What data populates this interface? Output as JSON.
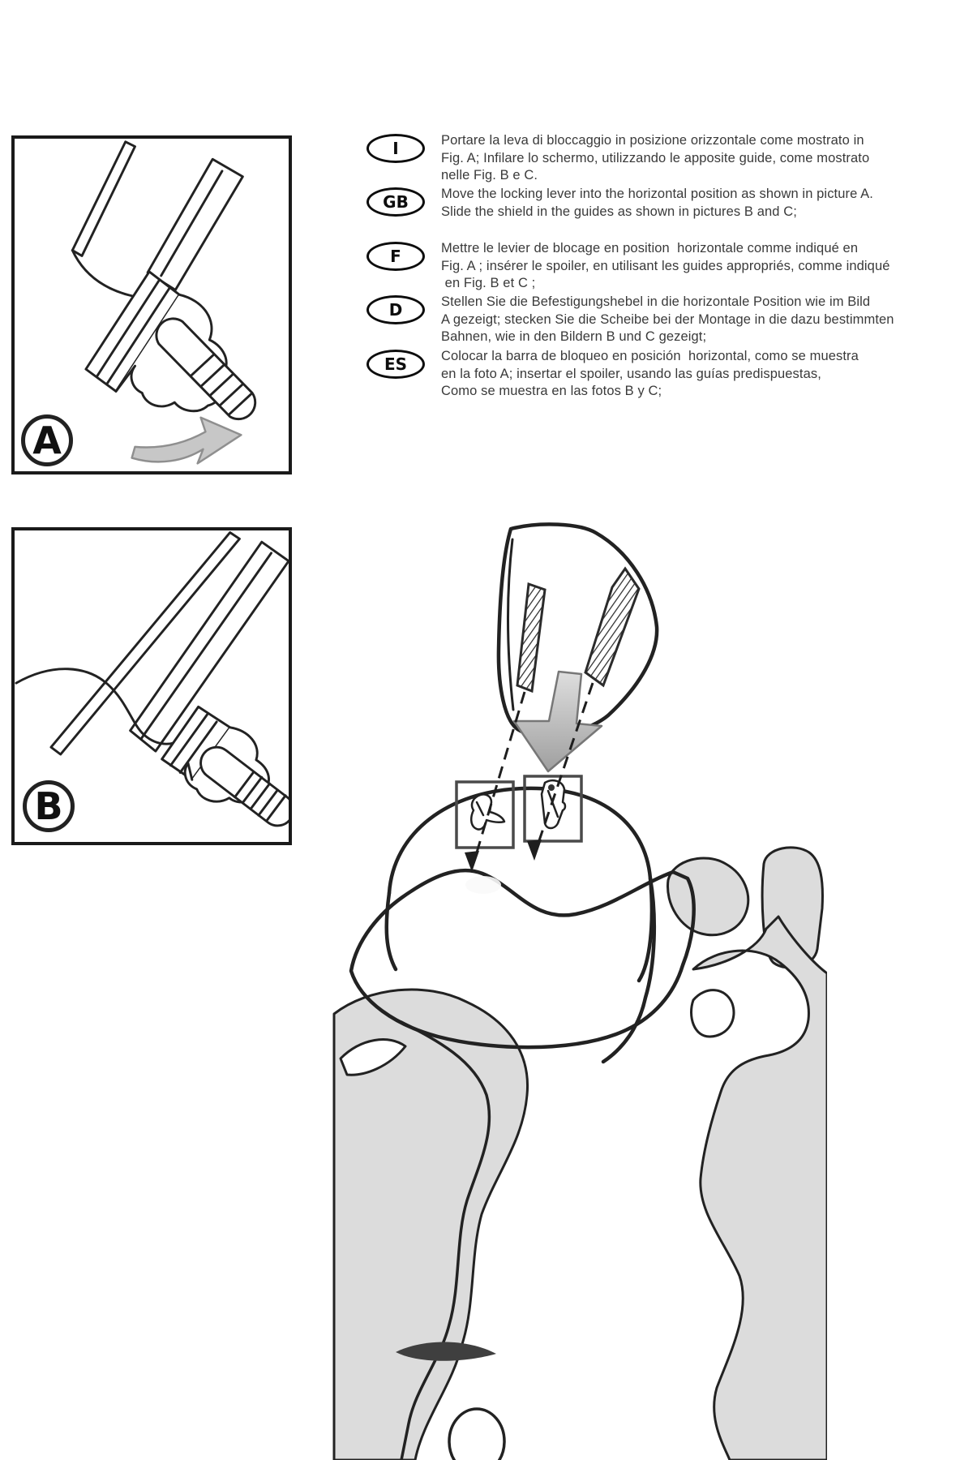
{
  "figures": [
    {
      "label": "A"
    },
    {
      "label": "B"
    }
  ],
  "instructions": [
    {
      "lang": "I",
      "text": "Portare la leva di bloccaggio in posizione orizzontale come mostrato in\nFig. A; Infilare lo schermo, utilizzando le apposite guide, come mostrato\nnelle Fig. B e C."
    },
    {
      "lang": "GB",
      "text": "Move the locking lever into the horizontal position as shown in picture A.\nSlide the shield in the guides as shown in pictures B and C;"
    },
    {
      "lang": "F",
      "text": "Mettre le levier de blocage en position  horizontale comme indiqué en\nFig. A ; insérer le spoiler, en utilisant les guides appropriés, comme indiqué\n en Fig. B et C ;"
    },
    {
      "lang": "D",
      "text": "Stellen Sie die Befestigungshebel in die horizontale Position wie im Bild\nA gezeigt; stecken Sie die Scheibe bei der Montage in die dazu bestimmten\nBahnen, wie in den Bildern B und C gezeigt;"
    },
    {
      "lang": "ES",
      "text": "Colocar la barra de bloqueo en posición  horizontal, como se muestra\nen la foto A; insertar el spoiler, usando las guías predispuestas,\nComo se muestra en las fotos B y C;"
    }
  ],
  "colors": {
    "ink": "#222222",
    "text": "#3a3a3a",
    "paper": "#ffffff",
    "body-gray": "#dcdcdc",
    "band-light": "#efefef",
    "band-dark": "#7d7d7d",
    "arrow-gray": "#c7c7c7",
    "swoosh": "#3f3f3f",
    "box-border": "#1a1a1a"
  }
}
